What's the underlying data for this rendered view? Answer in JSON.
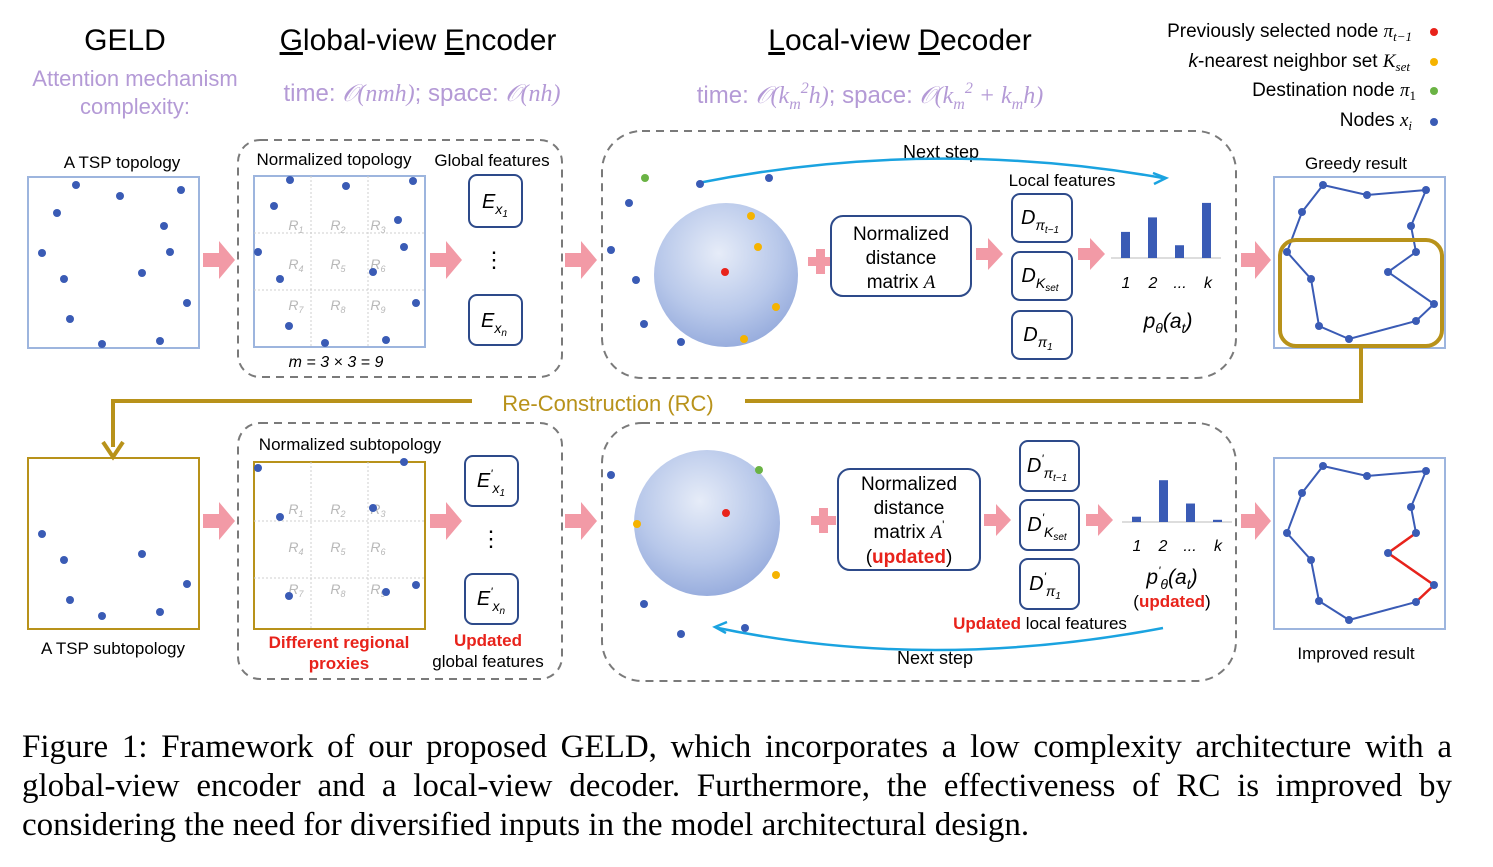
{
  "headers": {
    "geld": "GELD",
    "encoder": "Global-view Encoder",
    "decoder": "Local-view Decoder",
    "attention": "Attention mechanism complexity:",
    "encoder_complexity": "time: 𝒪(nmh); space: 𝒪(nh)",
    "decoder_complexity": "time: 𝒪(kₘ²h); space: 𝒪(kₘ² + kₘh)"
  },
  "legend": [
    {
      "label": "Previously selected node π_{t−1}",
      "color": "#e8231b"
    },
    {
      "label": "k-nearest neighbor set K_set",
      "color": "#f5b300"
    },
    {
      "label": "Destination node π₁",
      "color": "#6ab344"
    },
    {
      "label": "Nodes xᵢ",
      "color": "#3a5bb5"
    }
  ],
  "top_row": {
    "topology_label": "A TSP topology",
    "normalized_label": "Normalized topology",
    "global_features_label": "Global features",
    "grid_formula": "m = 3 × 3 = 9",
    "embeddings": [
      "E_{x1}",
      "⋮",
      "E_{xn}"
    ],
    "next_step": "Next step",
    "local_features": "Local features",
    "matrix_label": [
      "Normalized",
      "distance",
      "matrix A"
    ],
    "decoder_feats": [
      "D_{πt−1}",
      "D_{Kset}",
      "D_{π1}"
    ],
    "prob_axis": [
      "1",
      "2",
      "...",
      "k"
    ],
    "prob_label": "p_θ(a_t)",
    "greedy_label": "Greedy result"
  },
  "rc_label": "Re-Construction (RC)",
  "bottom_row": {
    "subtopology_label": "A TSP subtopology",
    "normalized_label": "Normalized subtopology",
    "diff_proxies": [
      "Different regional",
      "proxies"
    ],
    "updated_global": [
      "Updated",
      "global features"
    ],
    "embeddings": [
      "E'_{x1}",
      "⋮",
      "E'_{xn}"
    ],
    "matrix_label": [
      "Normalized",
      "distance",
      "matrix A'",
      "(updated)"
    ],
    "decoder_feats": [
      "D'_{πt−1}",
      "D'_{Kset}",
      "D'_{π1}"
    ],
    "prob_axis": [
      "1",
      "2",
      "...",
      "k"
    ],
    "prob_label": "p'_θ(a_t)",
    "prob_updated": "(updated)",
    "updated_local": [
      "Updated",
      "local features"
    ],
    "next_step": "Next step",
    "improved_label": "Improved result"
  },
  "regions": [
    "R1",
    "R2",
    "R3",
    "R4",
    "R5",
    "R6",
    "R7",
    "R8",
    "R9"
  ],
  "probabilities_top": [
    0.45,
    0.7,
    0.22,
    0.95
  ],
  "probabilities_bottom": [
    0.12,
    0.95,
    0.42,
    0.05
  ],
  "colors": {
    "node": "#3a5bb5",
    "selected": "#e8231b",
    "knn": "#f5b300",
    "destination": "#6ab344",
    "rc_gold": "#b8921a",
    "arrow_pink": "#f29aa6",
    "complexity_purple": "#b49ad6",
    "cyan": "#1aa3e0",
    "frame_blue": "#9db5de",
    "red_text": "#e8231b"
  },
  "caption": "Figure 1: Framework of our proposed GELD, which incorporates a low complexity architecture with a global-view encoder and a local-view decoder. Furthermore, the effectiveness of RC is improved by considering the need for diversified inputs in the model architectural design."
}
